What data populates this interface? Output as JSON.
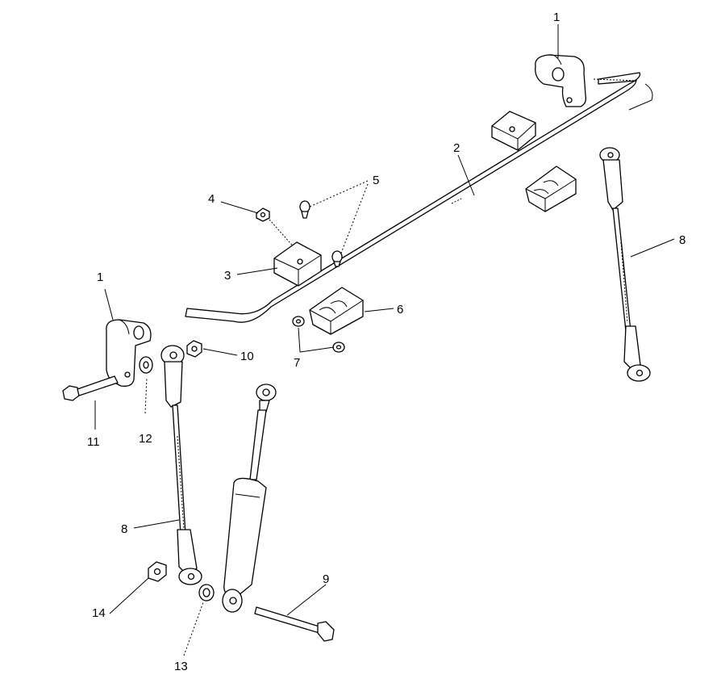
{
  "callouts": {
    "c1_top": "1",
    "c1_left": "1",
    "c2": "2",
    "c3": "3",
    "c4": "4",
    "c5": "5",
    "c6": "6",
    "c7": "7",
    "c8_right": "8",
    "c8_left": "8",
    "c9": "9",
    "c10": "10",
    "c11": "11",
    "c12": "12",
    "c13": "13",
    "c14": "14"
  },
  "colors": {
    "line": "#000000",
    "background": "#ffffff"
  }
}
